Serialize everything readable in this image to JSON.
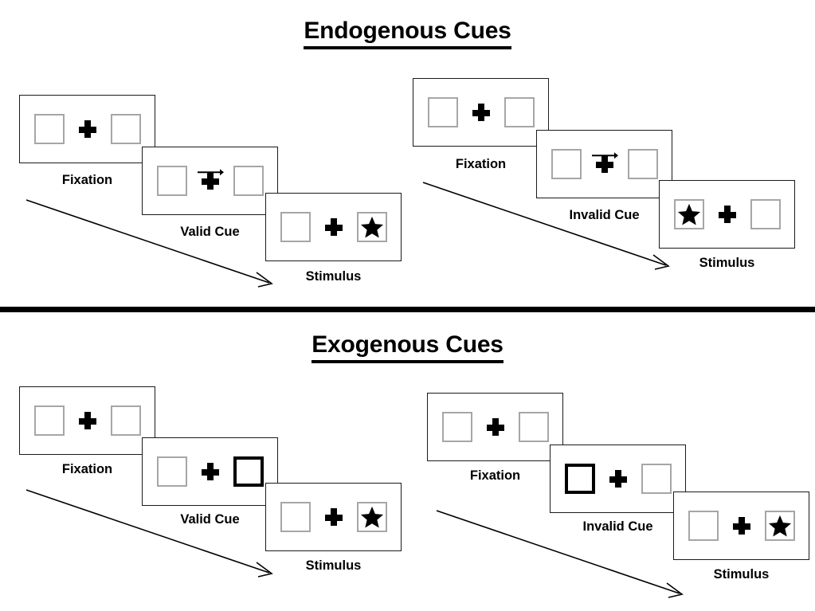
{
  "figure": {
    "title_endogenous": "Endogenous Cues",
    "title_exogenous": "Exogenous Cues"
  },
  "sections": [
    {
      "id": "endogenous",
      "title": "Endogenous Cues",
      "trials": [
        {
          "id": "endogenous-valid",
          "panels": [
            {
              "stage": "Fixation",
              "left_box": "empty",
              "right_box": "empty",
              "cue": "none",
              "arrow": "none"
            },
            {
              "stage": "Valid Cue",
              "left_box": "empty",
              "right_box": "empty",
              "cue": "arrow-right",
              "arrow": "right"
            },
            {
              "stage": "Stimulus",
              "left_box": "empty",
              "right_box": "star",
              "cue": "none",
              "arrow": "none"
            }
          ]
        },
        {
          "id": "endogenous-invalid",
          "panels": [
            {
              "stage": "Fixation",
              "left_box": "empty",
              "right_box": "empty",
              "cue": "none",
              "arrow": "none"
            },
            {
              "stage": "Invalid Cue",
              "left_box": "empty",
              "right_box": "empty",
              "cue": "arrow-right",
              "arrow": "right"
            },
            {
              "stage": "Stimulus",
              "left_box": "star",
              "right_box": "empty",
              "cue": "none",
              "arrow": "none"
            }
          ]
        }
      ]
    },
    {
      "id": "exogenous",
      "title": "Exogenous Cues",
      "trials": [
        {
          "id": "exogenous-valid",
          "panels": [
            {
              "stage": "Fixation",
              "left_box": "empty",
              "right_box": "empty",
              "cue": "none",
              "arrow": "none"
            },
            {
              "stage": "Valid Cue",
              "left_box": "empty",
              "right_box": "highlight",
              "cue": "box-flash-right",
              "arrow": "none"
            },
            {
              "stage": "Stimulus",
              "left_box": "empty",
              "right_box": "star",
              "cue": "none",
              "arrow": "none"
            }
          ]
        },
        {
          "id": "exogenous-invalid",
          "panels": [
            {
              "stage": "Fixation",
              "left_box": "empty",
              "right_box": "empty",
              "cue": "none",
              "arrow": "none"
            },
            {
              "stage": "Invalid Cue",
              "left_box": "highlight",
              "right_box": "empty",
              "cue": "box-flash-left",
              "arrow": "none"
            },
            {
              "stage": "Stimulus",
              "left_box": "empty",
              "right_box": "star",
              "cue": "none",
              "arrow": "none"
            }
          ]
        }
      ]
    }
  ],
  "labels": {
    "fixation": "Fixation",
    "valid_cue": "Valid Cue",
    "invalid_cue": "Invalid Cue",
    "stimulus": "Stimulus"
  },
  "colors": {
    "background": "#ffffff",
    "panel_border": "#1a1a1a",
    "box_border": "#a6a6a6",
    "cued_box_border": "#000000",
    "text": "#000000",
    "divider": "#000000"
  }
}
